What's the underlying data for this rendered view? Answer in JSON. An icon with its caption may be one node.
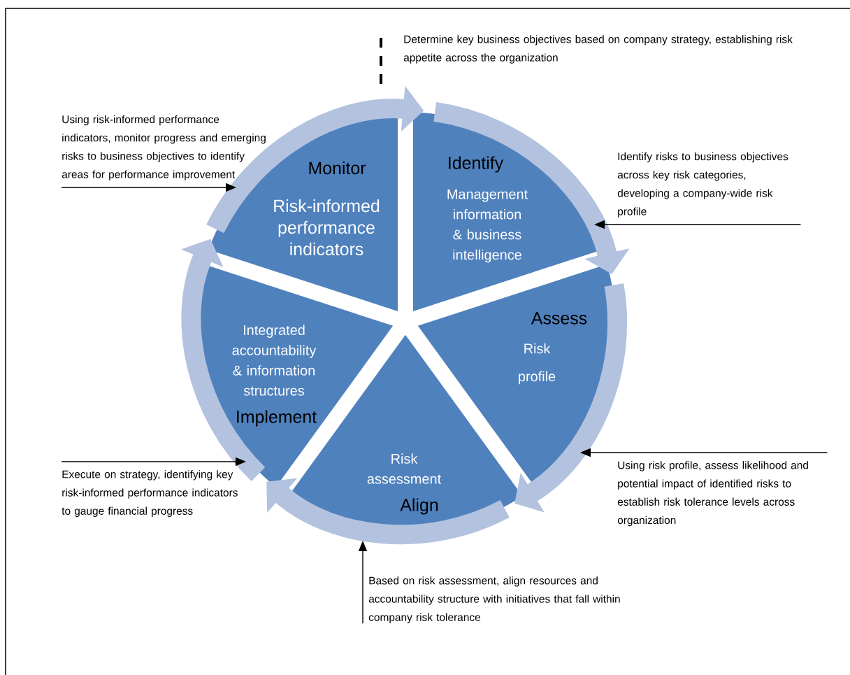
{
  "diagram": {
    "nodes": [
      {
        "text": [
          "Monitor",
          "Risk-informed performance indicators"
        ]
      },
      {
        "text": [
          "Identify",
          "Management information & business intelligence"
        ]
      },
      {
        "text": [
          "Assess",
          "Risk profile"
        ]
      },
      {
        "text": [
          "Risk assessment",
          "Align"
        ]
      },
      {
        "text": [
          "Integrated accountability & information structures",
          "Implement"
        ]
      },
      {
        "text": [
          "Determine key business objectives based on company strategy, establishing risk appetite across the organization"
        ]
      },
      {
        "text": [
          "Using risk-informed performance indicators, monitor progress and emerging risks to business objectives to identify areas for performance improvement"
        ]
      },
      {
        "text": [
          "Identify risks to business objectives across key risk categories, developing a company-wide risk profile"
        ]
      },
      {
        "text": [
          "Using risk profile, assess likelihood and potential impact of identified risks to establish risk tolerance levels across organization"
        ]
      },
      {
        "text": [
          "Based on risk assessment, align resources and accountability structure with initiatives that fall within company risk tolerance"
        ]
      },
      {
        "text": [
          "Execute on strategy, identifying key risk-informed performance indicators to gauge financial progress"
        ]
      }
    ],
    "edges": [
      {
        "from": 0,
        "to": 1,
        "arrow": "to",
        "style": "thick",
        "color": "#b3c2de"
      },
      {
        "from": 1,
        "to": 2,
        "arrow": "to",
        "style": "thick",
        "color": "#b3c2de"
      },
      {
        "from": 2,
        "to": 3,
        "arrow": "to",
        "style": "thick",
        "color": "#b3c2de"
      },
      {
        "from": 3,
        "to": 4,
        "arrow": "to",
        "style": "thick",
        "color": "#b3c2de"
      },
      {
        "from": 4,
        "to": 0,
        "arrow": "to",
        "style": "thick",
        "color": "#b3c2de"
      },
      {
        "from": 6,
        "to": 0,
        "arrow": "to"
      },
      {
        "from": 7,
        "to": 1,
        "arrow": "to"
      },
      {
        "from": 8,
        "to": 2,
        "arrow": "to"
      },
      {
        "from": 9,
        "to": 3,
        "arrow": "to"
      },
      {
        "from": 10,
        "to": 4,
        "arrow": "to"
      },
      {
        "from": 5,
        "to": null,
        "arrow": "none",
        "style": "dashed"
      }
    ]
  }
}
